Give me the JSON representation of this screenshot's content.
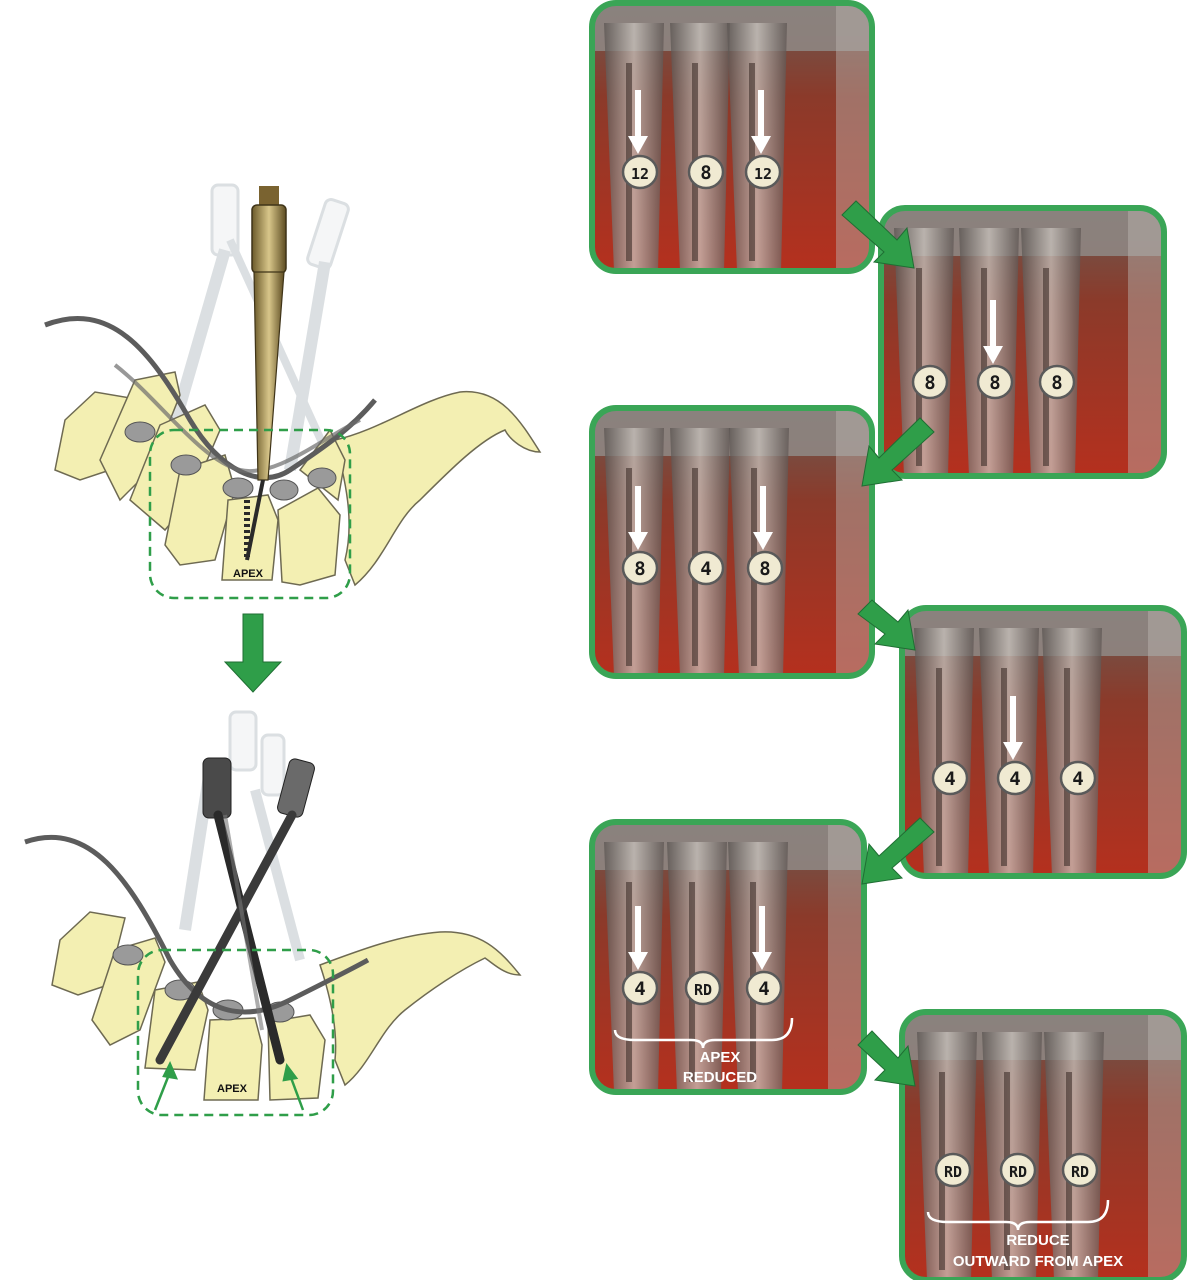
{
  "illustration": {
    "top_label": "APEX",
    "bottom_label": "APEX"
  },
  "colors": {
    "frame_green": "#3aa556",
    "arrow_green": "#2f9e49",
    "dash_green": "#2f9e49",
    "bone": "#f3efb2",
    "bone_outline": "#6e6a52",
    "rod": "#5c5c5c",
    "disc": "#9a9a9a",
    "photo_bg": "#8a2a1c",
    "metal": "#a7a7a7",
    "badge_fill": "#f0ead2",
    "arrow_white": "#ffffff"
  },
  "panels": [
    {
      "id": "panel-1",
      "badges": [
        "12",
        "8",
        "12"
      ],
      "arrows_on": [
        0,
        2
      ],
      "caption": []
    },
    {
      "id": "panel-2",
      "badges": [
        "8",
        "8",
        "8"
      ],
      "arrows_on": [
        1
      ],
      "caption": []
    },
    {
      "id": "panel-3",
      "badges": [
        "8",
        "4",
        "8"
      ],
      "arrows_on": [
        0,
        2
      ],
      "caption": []
    },
    {
      "id": "panel-4",
      "badges": [
        "4",
        "4",
        "4"
      ],
      "arrows_on": [
        1
      ],
      "caption": []
    },
    {
      "id": "panel-5",
      "badges": [
        "4",
        "RD",
        "4"
      ],
      "arrows_on": [
        0,
        2
      ],
      "caption": [
        "APEX",
        "REDUCED"
      ]
    },
    {
      "id": "panel-6",
      "badges": [
        "RD",
        "RD",
        "RD"
      ],
      "arrows_on": [],
      "caption": [
        "REDUCE",
        "OUTWARD FROM APEX"
      ]
    }
  ]
}
